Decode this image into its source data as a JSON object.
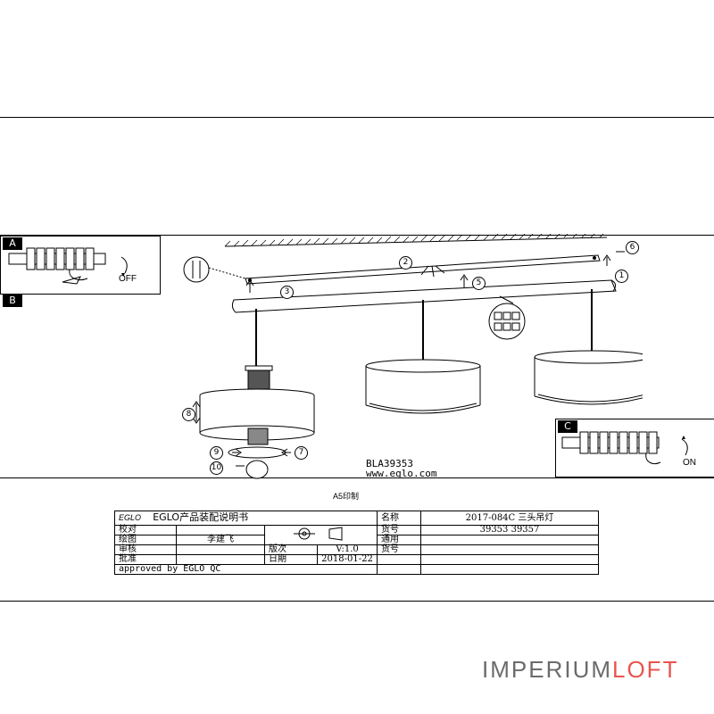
{
  "step_letters": {
    "a": "A",
    "b": "B",
    "c": "C"
  },
  "switch_off_label": "OFF",
  "switch_on_label": "ON",
  "step_numbers": [
    "1",
    "2",
    "3",
    "5",
    "6",
    "7",
    "8",
    "9",
    "10"
  ],
  "model_code": "BLA39353",
  "website": "www.eglo.com",
  "print_size": "A5印制",
  "title_block": {
    "logo_text": "EGLO",
    "doc_title": "EGLO产品装配说明书",
    "checked_label": "校对",
    "drawn_label": "绘图",
    "drawn_value": "李建飞",
    "review_label": "审核",
    "approve_label": "批准",
    "version_label": "版次",
    "version_value": "V:1.0",
    "date_label": "日期",
    "date_value": "2018-01-22",
    "name_label": "名称",
    "name_value": "2017-084C 三头吊灯",
    "item_no_label": "货号",
    "item_no_value": "39353 39357",
    "general_label": "通用",
    "general_item_label": "货号",
    "approved_by": "approved by EGLO QC"
  },
  "watermark": {
    "part1": "IMPERIUM",
    "part2": "LOFT",
    "accent_color": "#e8554e",
    "text_color": "#6b6b6b"
  }
}
